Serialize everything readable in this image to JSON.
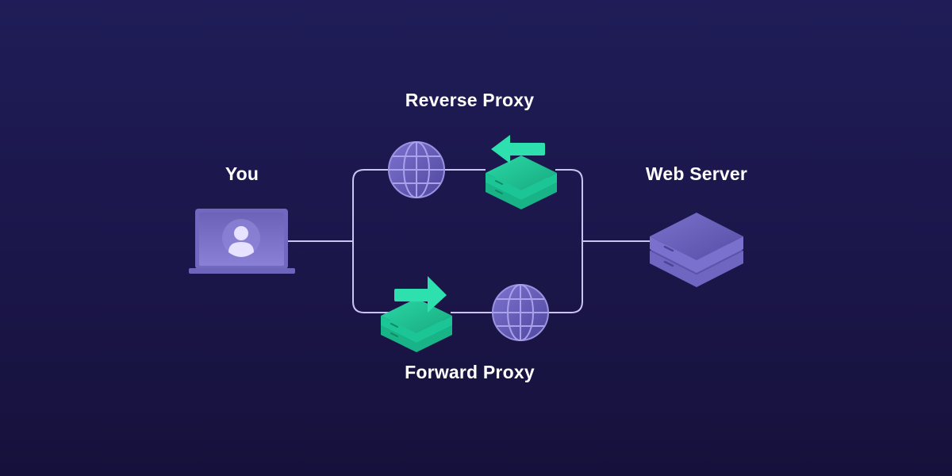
{
  "labels": {
    "you": "You",
    "reverse_proxy": "Reverse Proxy",
    "forward_proxy": "Forward Proxy",
    "web_server": "Web Server"
  },
  "nodes": [
    {
      "id": "you",
      "icon": "laptop-user-icon"
    },
    {
      "id": "reverse-internet",
      "icon": "globe-icon"
    },
    {
      "id": "reverse-proxy-server",
      "icon": "server-stack-icon",
      "arrow": "left"
    },
    {
      "id": "forward-proxy-server",
      "icon": "server-stack-icon",
      "arrow": "right"
    },
    {
      "id": "forward-internet",
      "icon": "globe-icon"
    },
    {
      "id": "web-server",
      "icon": "server-stack-icon"
    }
  ],
  "colors": {
    "background_top": "#1f1c57",
    "background_bottom": "#16113b",
    "connector": "#c9c4f0",
    "proxy_green": "#1fcf9c",
    "purple": "#6f66c2",
    "text": "#ffffff"
  }
}
